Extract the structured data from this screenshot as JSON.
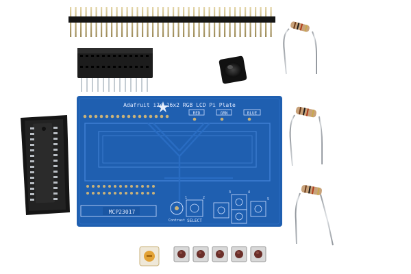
{
  "board": {
    "title": "Adafruit i2c 16x2 RGB LCD Pi Plate",
    "chip_label": "MCP23017",
    "color_labels": [
      "RED",
      "GRN",
      "BLUE"
    ],
    "contrast_label": "Contrast",
    "select_label": "SELECT",
    "button_numbers": [
      "1",
      "2",
      "3",
      "4",
      "5"
    ],
    "color": "#1f5fb0"
  },
  "colors": {
    "background": "#ffffff",
    "pcb_blue": "#1f5fb0",
    "pcb_trace": "#3f7fd2",
    "pin_gold": "#c9b27a",
    "header_black": "#1a1a1a",
    "resistor_body": "#c8a27a",
    "wire_silver": "#b5b9be"
  }
}
